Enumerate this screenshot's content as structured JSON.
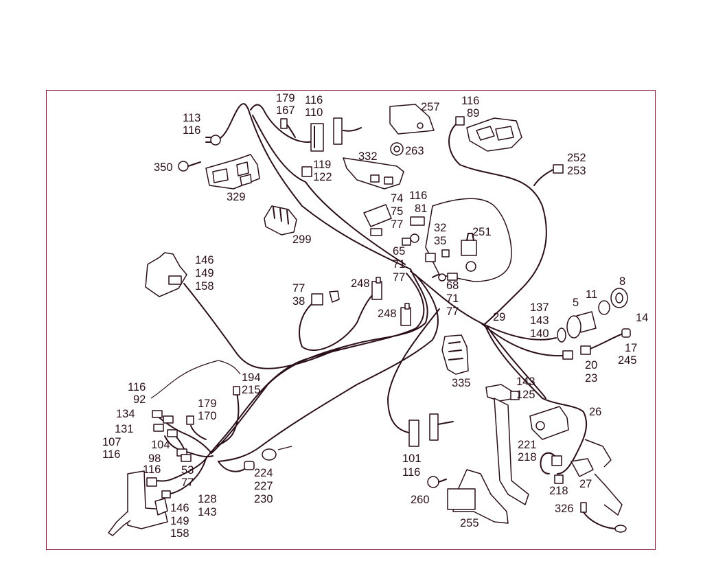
{
  "colors": {
    "frame": "#8a1f3a",
    "ink": "#2a0f1a",
    "background": "#ffffff"
  },
  "callouts": {
    "c113": [
      "113",
      "116"
    ],
    "c350": [
      "350"
    ],
    "c329": [
      "329"
    ],
    "c179a": [
      "179",
      "167"
    ],
    "c116a": [
      "116",
      "110"
    ],
    "c119": [
      "119",
      "122"
    ],
    "c299": [
      "299"
    ],
    "c257": [
      "257"
    ],
    "c263": [
      "263"
    ],
    "c332": [
      "332"
    ],
    "c116b": [
      "116",
      "89"
    ],
    "c252": [
      "252",
      "253"
    ],
    "c74": [
      "74",
      "75",
      "77"
    ],
    "c116c": [
      "116",
      "81"
    ],
    "c32": [
      "32",
      "35"
    ],
    "c251": [
      "251"
    ],
    "c65": [
      "65",
      "71",
      "77"
    ],
    "c146a": [
      "146",
      "149",
      "158"
    ],
    "c77a": [
      "77",
      "38"
    ],
    "c248a": [
      "248"
    ],
    "c248b": [
      "248"
    ],
    "c68": [
      "68",
      "71",
      "77"
    ],
    "c8": [
      "8"
    ],
    "c11": [
      "11"
    ],
    "c5": [
      "5"
    ],
    "c137": [
      "137",
      "143",
      "140"
    ],
    "c29": [
      "29"
    ],
    "c14": [
      "14"
    ],
    "c17": [
      "17",
      "245"
    ],
    "c20": [
      "20",
      "23"
    ],
    "c335": [
      "335"
    ],
    "c194": [
      "194",
      "215"
    ],
    "c116d": [
      "116",
      "92"
    ],
    "c134": [
      "134"
    ],
    "c131": [
      "131"
    ],
    "c107": [
      "107",
      "116"
    ],
    "c104": [
      "104",
      "98"
    ],
    "c179b": [
      "179",
      "170"
    ],
    "c116e": [
      "116",
      "77"
    ],
    "c53": [
      "53"
    ],
    "c224": [
      "224",
      "227",
      "230"
    ],
    "c128": [
      "128",
      "143"
    ],
    "c146b": [
      "146",
      "149",
      "158"
    ],
    "c101": [
      "101",
      "116"
    ],
    "c260": [
      "260"
    ],
    "c255": [
      "255"
    ],
    "c143": [
      "143",
      "125"
    ],
    "c26": [
      "26"
    ],
    "c221": [
      "221",
      "218"
    ],
    "c218": [
      "218"
    ],
    "c27": [
      "27"
    ],
    "c326": [
      "326"
    ]
  }
}
